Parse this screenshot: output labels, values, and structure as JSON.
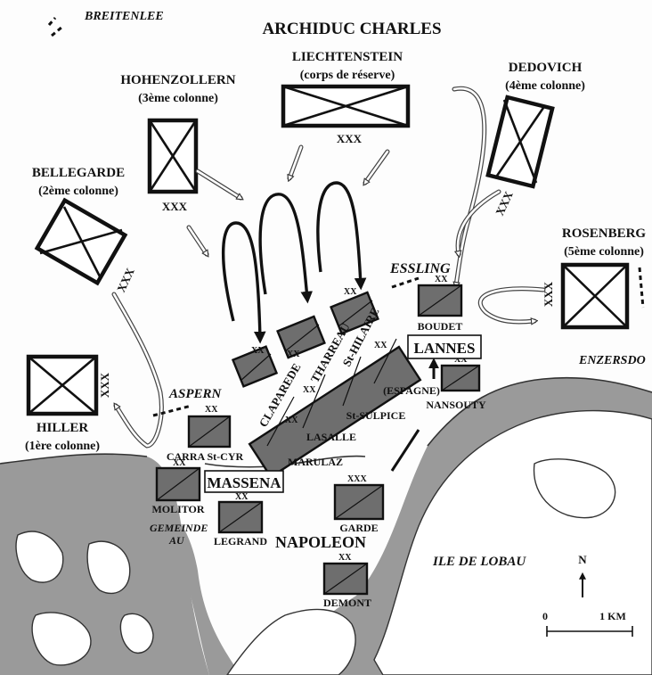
{
  "title": "ARCHIDUC CHARLES",
  "austrian": {
    "hohenzollern": {
      "name": "HOHENZOLLERN",
      "sub": "(3ème colonne)",
      "size": "XXX"
    },
    "liechtenstein": {
      "name": "LIECHTENSTEIN",
      "sub": "(corps de réserve)",
      "size": "XXX"
    },
    "dedovich": {
      "name": "DEDOVICH",
      "sub": "(4ème colonne)",
      "size": "XXX"
    },
    "bellegarde": {
      "name": "BELLEGARDE",
      "sub": "(2ème colonne)",
      "size": "XXX"
    },
    "rosenberg": {
      "name": "ROSENBERG",
      "sub": "(5ème colonne)",
      "size": "XXX"
    },
    "hiller": {
      "name": "HILLER",
      "sub": "(1ère colonne)",
      "size": "XXX"
    }
  },
  "french": {
    "corps": {
      "massena": "MASSENA",
      "lannes": "LANNES",
      "napoleon": "NAPOLEON"
    },
    "divisions": {
      "claparede": "CLAPAREDE",
      "tharreau": "THARREAU",
      "sthilaire": "St-HILAIRE",
      "boudet": "BOUDET",
      "espagne": "(ESPAGNE)",
      "nansouty": "NANSOUTY",
      "stsulpice": "St-SULPICE",
      "lasalle": "LASALLE",
      "marulaz": "MARULAZ",
      "carra": "CARRA St-CYR",
      "molitor": "MOLITOR",
      "legrand": "LEGRAND",
      "garde": "GARDE",
      "demont": "DEMONT"
    },
    "size_div": "XX",
    "size_corps": "XXX"
  },
  "places": {
    "breitenlee": "BREITENLEE",
    "essling": "ESSLING",
    "aspern": "ASPERN",
    "enzersdorf": "ENZERSDO",
    "gemeinde": "GEMEINDE",
    "au": "AU",
    "lobau": "ILE DE LOBAU"
  },
  "scale": {
    "north": "N",
    "zero": "0",
    "km": "1 KM"
  }
}
